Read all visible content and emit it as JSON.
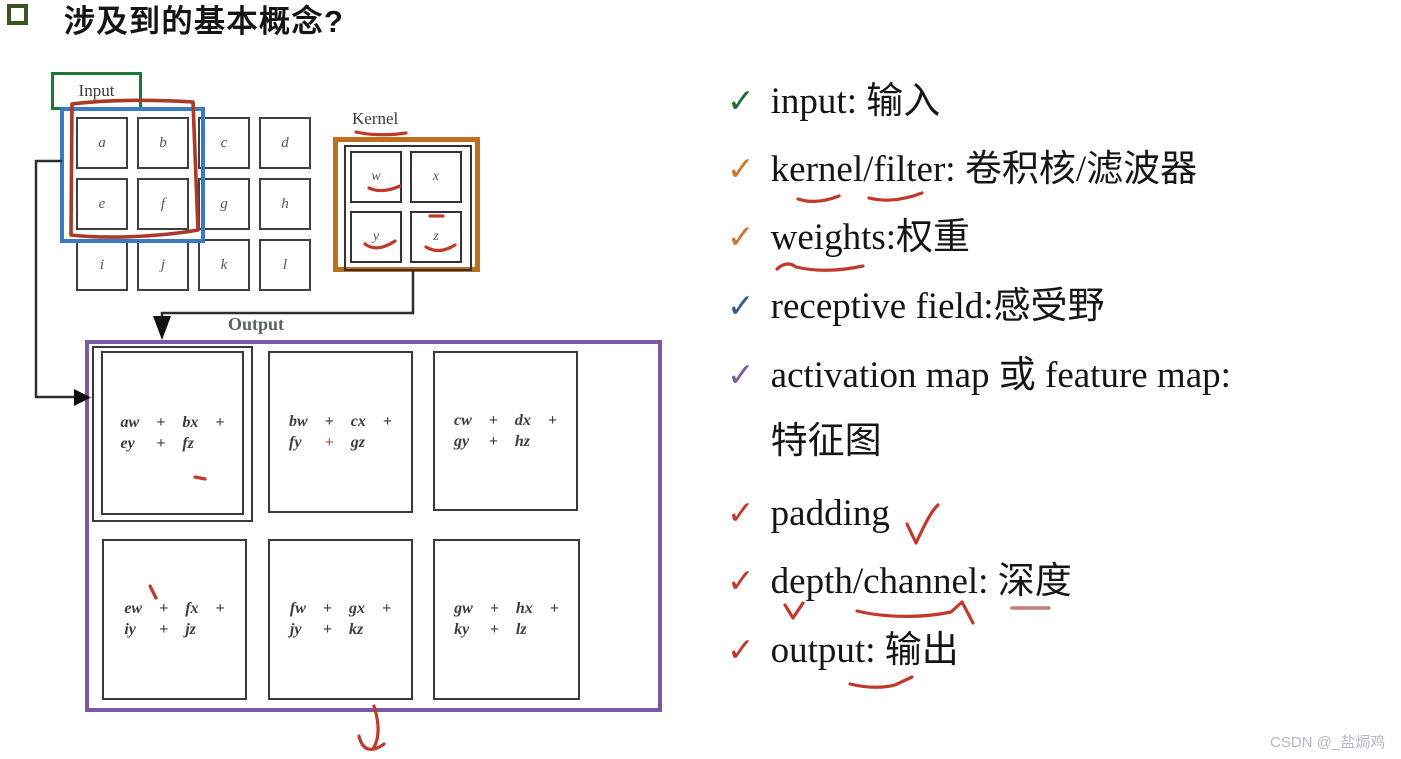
{
  "title": "涉及到的基本概念?",
  "diagram": {
    "input": {
      "label": "Input",
      "grid": [
        [
          "a",
          "b",
          "c",
          "d"
        ],
        [
          "e",
          "f",
          "g",
          "h"
        ],
        [
          "i",
          "j",
          "k",
          "l"
        ]
      ]
    },
    "kernel": {
      "label": "Kernel",
      "grid": [
        [
          "w",
          "x"
        ],
        [
          "y",
          "z"
        ]
      ]
    },
    "output": {
      "label": "Output",
      "cells": [
        {
          "tokens": [
            [
              "aw",
              "+",
              "bx",
              "+"
            ],
            [
              "ey",
              "+",
              "fz",
              ""
            ]
          ]
        },
        {
          "tokens": [
            [
              "bw",
              "+",
              "cx",
              "+"
            ],
            [
              "fy",
              "+",
              "gz",
              ""
            ]
          ]
        },
        {
          "tokens": [
            [
              "cw",
              "+",
              "dx",
              "+"
            ],
            [
              "gy",
              "+",
              "hz",
              ""
            ]
          ]
        },
        {
          "tokens": [
            [
              "ew",
              "+",
              "fx",
              "+"
            ],
            [
              "iy",
              "+",
              "jz",
              ""
            ]
          ]
        },
        {
          "tokens": [
            [
              "fw",
              "+",
              "gx",
              "+"
            ],
            [
              "jy",
              "+",
              "kz",
              ""
            ]
          ]
        },
        {
          "tokens": [
            [
              "gw",
              "+",
              "hx",
              "+"
            ],
            [
              "ky",
              "+",
              "lz",
              ""
            ]
          ]
        }
      ]
    }
  },
  "list": {
    "check_glyph": "✓",
    "items": [
      {
        "text": "input: 输入",
        "check_color": "#1e6b2e"
      },
      {
        "text": "kernel/filter: 卷积核/滤波器",
        "check_color": "#c87a2e"
      },
      {
        "text": "weights:权重",
        "check_color": "#c87a2e"
      },
      {
        "text": "receptive field:感受野",
        "check_color": "#2f5e93"
      },
      {
        "text": "activation map 或 feature map:",
        "line2": "特征图",
        "check_color": "#7a5ba5"
      },
      {
        "text": "padding",
        "check_color": "#c0392b"
      },
      {
        "text": "depth/channel: 深度",
        "check_color": "#c0392b"
      },
      {
        "text": "output: 输出",
        "check_color": "#c0392b"
      }
    ]
  },
  "watermark": "CSDN @_盐焗鸡",
  "colors": {
    "input_box_green": "#187a33",
    "highlight_blue": "#3b79c1",
    "hand_drawn_red_box": "#a83a28",
    "kernel_orange": "#c06f1f",
    "output_purple": "#7a58a5",
    "annotation_red": "#c0392b",
    "pink_underline": "#c27e75",
    "connector_black": "#2e2e2e",
    "title_bullet_green": "#3c5423"
  }
}
